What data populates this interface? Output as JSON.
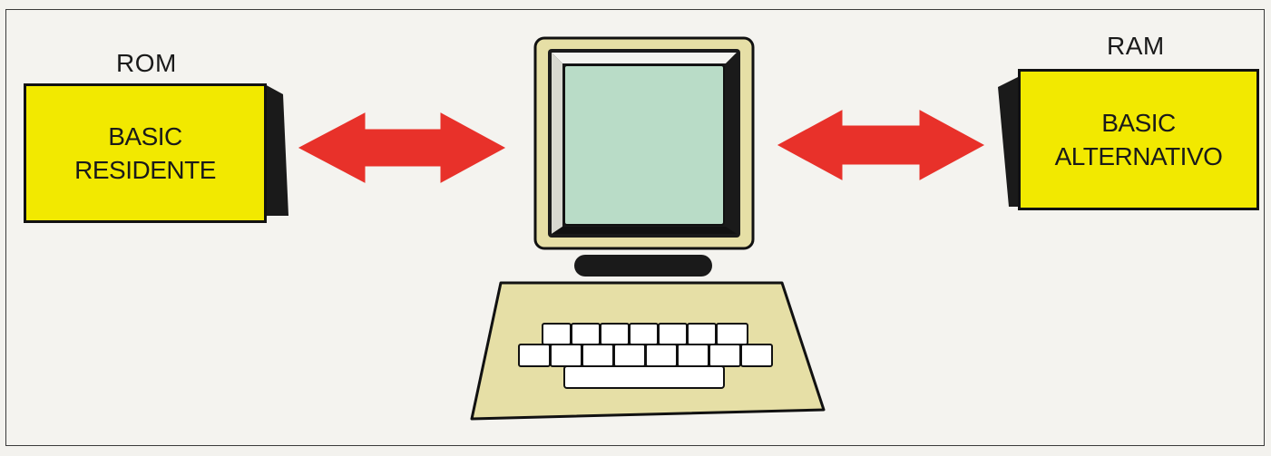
{
  "left_memory": {
    "label": "ROM",
    "line1": "BASIC",
    "line2": "RESIDENTE"
  },
  "right_memory": {
    "label": "RAM",
    "line1": "BASIC",
    "line2": "ALTERNATIVO"
  },
  "colors": {
    "box_fill": "#f2e900",
    "arrow_fill": "#e8312a",
    "screen_fill": "#b9dcc7",
    "monitor_body": "#e6dfa6",
    "keyboard_body": "#e6dfa6",
    "outline": "#111111"
  }
}
